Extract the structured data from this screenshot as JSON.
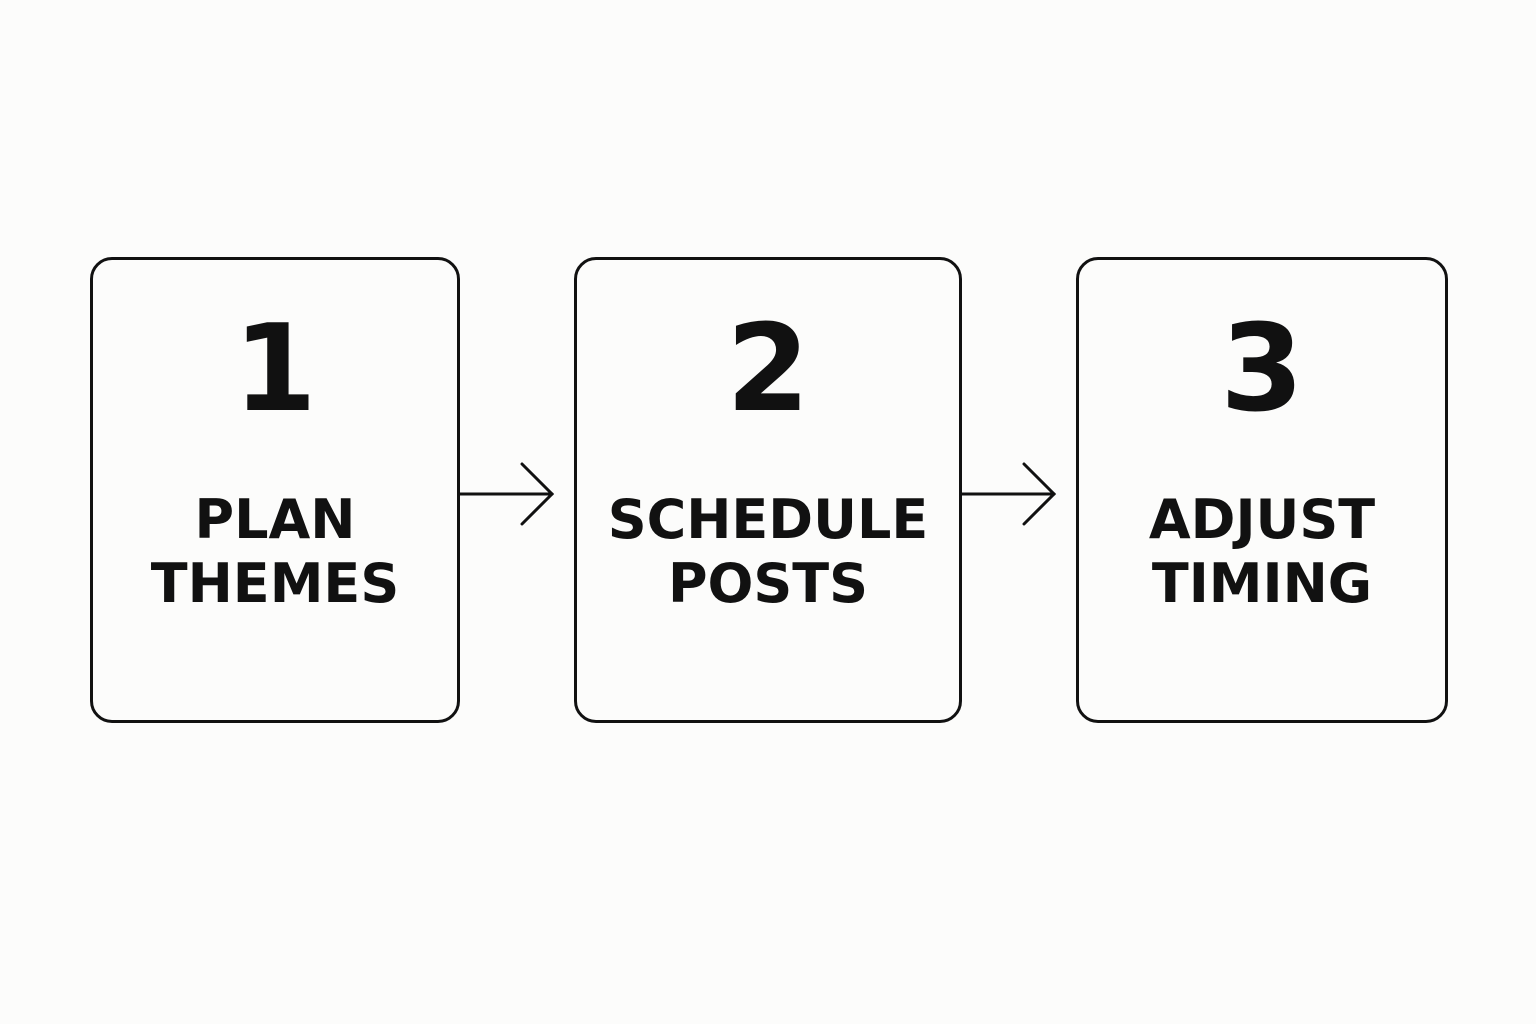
{
  "steps": [
    {
      "number": "1",
      "label_line1": "PLAN",
      "label_line2": "THEMES"
    },
    {
      "number": "2",
      "label_line1": "SCHEDULE",
      "label_line2": "POSTS"
    },
    {
      "number": "3",
      "label_line1": "ADJUST",
      "label_line2": "TIMING"
    }
  ],
  "colors": {
    "stroke": "#111111",
    "background": "#fcfcfb"
  }
}
